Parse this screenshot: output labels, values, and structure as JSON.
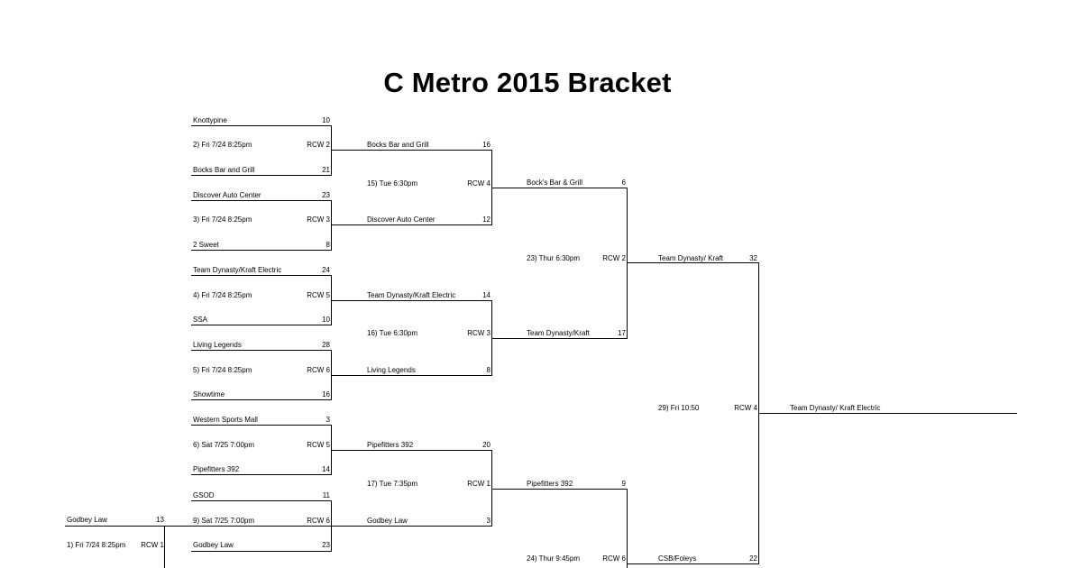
{
  "title": "C Metro 2015 Bracket",
  "round1": [
    {
      "team": "Knottypine",
      "score": "10"
    },
    {
      "game": "2) Fri 7/24 8:25pm",
      "court": "RCW 2"
    },
    {
      "team": "Bocks Bar and Grill",
      "score": "21"
    },
    {
      "team": "Discover Auto Center",
      "score": "23"
    },
    {
      "game": "3) Fri 7/24 8:25pm",
      "court": "RCW 3"
    },
    {
      "team": "2 Sweet",
      "score": "8"
    },
    {
      "team": "Team Dynasty/Kraft Electric",
      "score": "24"
    },
    {
      "game": "4) Fri 7/24 8:25pm",
      "court": "RCW 5"
    },
    {
      "team": "SSA",
      "score": "10"
    },
    {
      "team": "Living Legends",
      "score": "28"
    },
    {
      "game": "5) Fri 7/24 8:25pm",
      "court": "RCW 6"
    },
    {
      "team": "Showtime",
      "score": "16"
    },
    {
      "team": "Western Sports Mall",
      "score": "3"
    },
    {
      "game": "6) Sat 7/25 7:00pm",
      "court": "RCW 5"
    },
    {
      "team": "Pipefitters 392",
      "score": "14"
    },
    {
      "team": "GSOD",
      "score": "11"
    },
    {
      "game": "9) Sat 7/25 7:00pm",
      "court": "RCW 6"
    },
    {
      "team": "Godbey Law",
      "score": "23"
    }
  ],
  "playin": [
    {
      "team": "Godbey Law",
      "score": "13"
    },
    {
      "game": "1) Fri 7/24 8:25pm",
      "court": "RCW 1"
    }
  ],
  "round2": [
    {
      "team": "Bocks Bar and Grill",
      "score": "16"
    },
    {
      "game": "15) Tue 6:30pm",
      "court": "RCW 4"
    },
    {
      "team": "Discover Auto Center",
      "score": "12"
    },
    {
      "team": "Team Dynasty/Kraft Electric",
      "score": "14"
    },
    {
      "game": "16) Tue 6:30pm",
      "court": "RCW 3"
    },
    {
      "team": "Living Legends",
      "score": "8"
    },
    {
      "team": "Pipefitters 392",
      "score": "20"
    },
    {
      "game": "17) Tue 7:35pm",
      "court": "RCW 1"
    },
    {
      "team": "Godbey Law",
      "score": "3"
    }
  ],
  "round3": [
    {
      "team": "Bock's Bar & Grill",
      "score": "6"
    },
    {
      "game": "23) Thur 6:30pm",
      "court": "RCW 2"
    },
    {
      "team": "Team Dynasty/Kraft",
      "score": "17"
    },
    {
      "team": "Pipefitters 392",
      "score": "9"
    },
    {
      "game": "24) Thur 9:45pm",
      "court": "RCW 6"
    }
  ],
  "round4": [
    {
      "team": "Team Dynasty/ Kraft",
      "score": "32"
    },
    {
      "game": "29) Fri 10:50",
      "court": "RCW 4"
    },
    {
      "team": "CSB/Foleys",
      "score": "22"
    }
  ],
  "final": {
    "team": "Team Dynasty/ Kraft Electric"
  }
}
